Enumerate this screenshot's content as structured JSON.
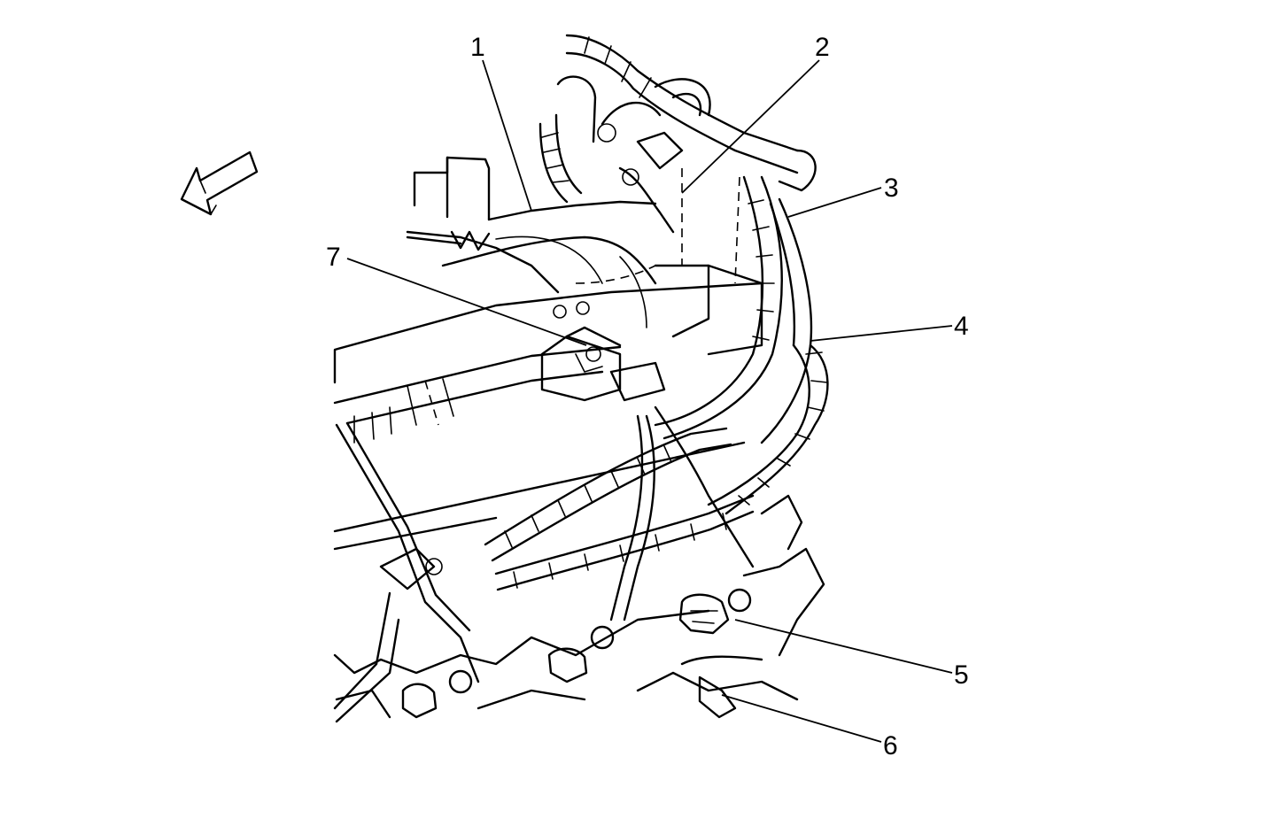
{
  "callouts": [
    {
      "id": 1,
      "label": "1"
    },
    {
      "id": 2,
      "label": "2"
    },
    {
      "id": 3,
      "label": "3"
    },
    {
      "id": 4,
      "label": "4"
    },
    {
      "id": 5,
      "label": "5"
    },
    {
      "id": 6,
      "label": "6"
    },
    {
      "id": 7,
      "label": "7"
    }
  ],
  "icons": {
    "direction_arrow": "front-direction-arrow-icon"
  },
  "colors": {
    "line": "#000000",
    "background": "#ffffff"
  }
}
